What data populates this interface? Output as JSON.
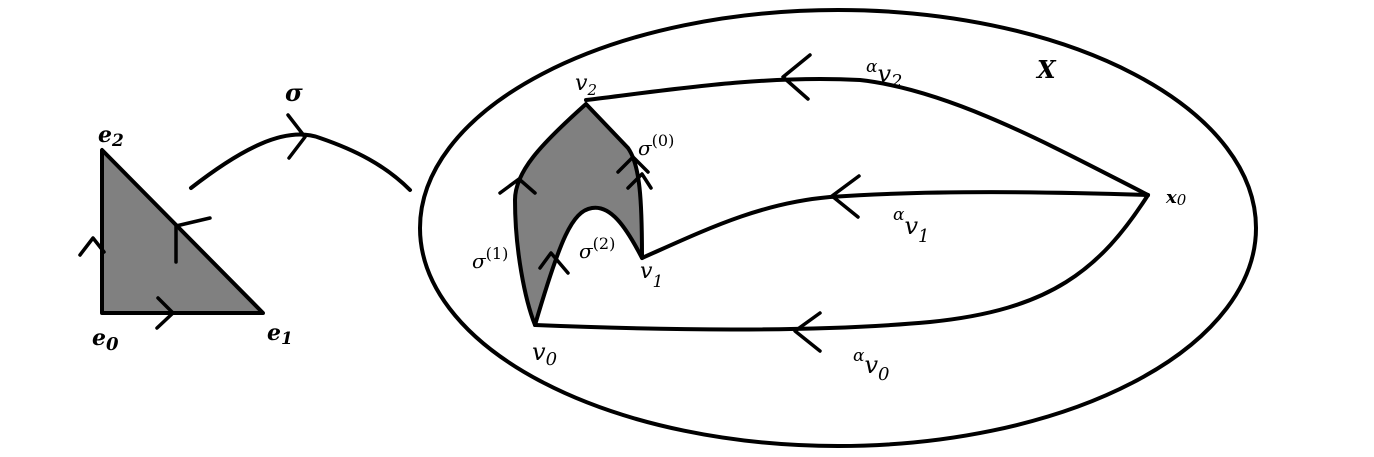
{
  "colors": {
    "stroke": "#000000",
    "fill": "#808080",
    "background": "#ffffff"
  },
  "simplex": {
    "e0": {
      "base": "e",
      "sub": "0"
    },
    "e1": {
      "base": "e",
      "sub": "1"
    },
    "e2": {
      "base": "e",
      "sub": "2"
    }
  },
  "map": {
    "label": "σ"
  },
  "space": {
    "label": "X",
    "v0": {
      "base": "v",
      "sub": "0"
    },
    "v1": {
      "base": "v",
      "sub": "1"
    },
    "v2": {
      "base": "v",
      "sub": "2"
    },
    "x0": {
      "base": "x",
      "sub": "0"
    },
    "face0": {
      "base": "σ",
      "sup": "(0)"
    },
    "face1": {
      "base": "σ",
      "sup": "(1)"
    },
    "face2": {
      "base": "σ",
      "sup": "(2)"
    },
    "alpha0": {
      "pre": "α",
      "base": "v",
      "sub": "0"
    },
    "alpha1": {
      "pre": "α",
      "base": "v",
      "sub": "1"
    },
    "alpha2": {
      "pre": "α",
      "base": "v",
      "sub": "2"
    }
  }
}
